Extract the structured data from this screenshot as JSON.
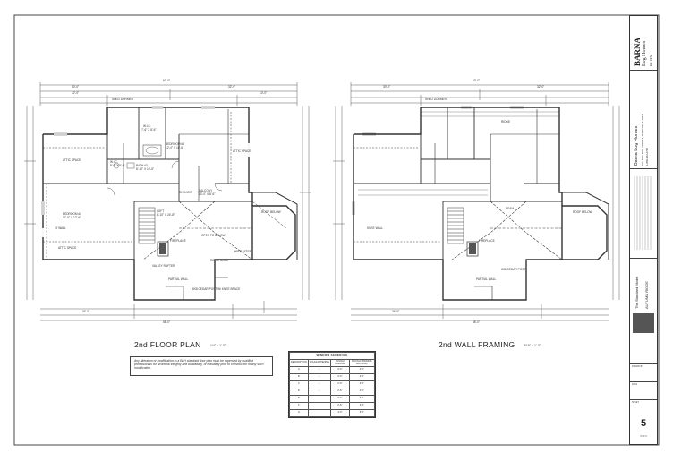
{
  "plan_left": {
    "title": "2nd FLOOR PLAN",
    "scale": "1/4\" = 1'-0\"",
    "dims": {
      "overall_top": "62'-0\"",
      "seg_a": "30'-0\"",
      "seg_b": "32'-0\"",
      "seg_c": "12'-0\"",
      "seg_d": "10'-0\"",
      "shed": "SHED DORMER",
      "overall_bottom": "58'-0\"",
      "sub_bottom": "34'-0\"",
      "right_a": "32'-0\"",
      "left_a": "14'-0\""
    },
    "rooms": {
      "bedroom3": "BEDROOM #3",
      "bedroom3_size": "12'-0\" X 18'-6\"",
      "bedroom2": "BEDROOM #2",
      "bedroom2_size": "17'-0\" X 12'-6\"",
      "bath3": "BATH #3",
      "bath3_size": "8'-10\" X 10'-6\"",
      "wic1": "W.I.C.",
      "wic1_size": "7'-6\" X 8'-6\"",
      "wic2": "W.I.C.",
      "wic2_size": "8'-0\" X 5'-6\"",
      "loft": "LOFT",
      "loft_size": "8'-10\" X 24'-8\"",
      "balcony": "BALCONY",
      "balcony_size": "13'-0\" X 8'-6\"",
      "attic1": "ATTIC SPACE",
      "attic2": "ATTIC SPACE",
      "attic3": "ATTIC SPACE",
      "shelves": "SHELVES",
      "open_below": "OPEN TO BELOW",
      "fireplace": "FIREPLACE",
      "valley_rafter": "VALLEY RAFTER",
      "roof_below": "ROOF BELOW",
      "hip_rafter": "HIP RAFTER",
      "ridge_beam": "RIDGE BEAM",
      "kneewall": "3' WALL",
      "partial_wall": "PARTIAL WALL",
      "post_note": "8X8 CEDAR POST W/ KNEE BRACE"
    }
  },
  "plan_right": {
    "title": "2nd WALL FRAMING",
    "scale": "3/16\" = 1'-0\"",
    "dims": {
      "overall_top": "62'-0\"",
      "seg_a": "30'-0\"",
      "seg_b": "32'-0\"",
      "overall_bottom": "58'-0\"",
      "sub_bottom": "34'-0\"",
      "right_a": "32'-0\""
    },
    "labels": {
      "shed": "SHED DORMER",
      "ridge": "RIDGE",
      "fireplace": "FIREPLACE",
      "roof_below": "ROOF BELOW",
      "post": "6X6 CEDAR POST",
      "beam": "BEAM",
      "partial_wall": "PARTIAL WALL",
      "kneewall": "KNEE WALL"
    }
  },
  "note": {
    "text": "Any alteration or modification to a BLH standard floor plan must be approved by qualified professionals for structural integrity and buildability, or feasibility prior to construction of any such modification."
  },
  "window_schedule": {
    "title": "WINDOW SCHEDULE",
    "headers": [
      "DESCRIPTION",
      "ROUGH/OPENING",
      "ROUGH OPENING",
      "ROUGH OPENING SILL/WALL"
    ],
    "rows": [
      [
        "A",
        "",
        "3'-0\"",
        "4'-0\""
      ],
      [
        "B",
        "",
        "3'-0\"",
        "3'-0\""
      ],
      [
        "C",
        "",
        "2'-0\"",
        "3'-0\""
      ],
      [
        "D",
        "",
        "2'-6\"",
        "4'-0\""
      ],
      [
        "E",
        "",
        "3'-0\"",
        "5'-0\""
      ],
      [
        "F",
        "",
        "2'-6\"",
        "3'-6\""
      ],
      [
        "G",
        "",
        "4'-0\"",
        "5'-0\""
      ]
    ]
  },
  "title_block": {
    "brand_line1": "BARNA",
    "brand_line2": "Log Homes",
    "brand_sub": "Est. 1972",
    "company": "Barna Log Homes",
    "address": "P.O. BOX 4529, ONEIDA, TENNESSEE 37841",
    "phone": "1-800-962-2762",
    "series": "The Standard Model",
    "model": "AUTUMN RIDGE",
    "drawn_label": "DRAWN BY",
    "date_label": "DATE",
    "sheet_label": "SHEET",
    "sheet_number": "5",
    "sheet_of": "5 OF 6"
  }
}
